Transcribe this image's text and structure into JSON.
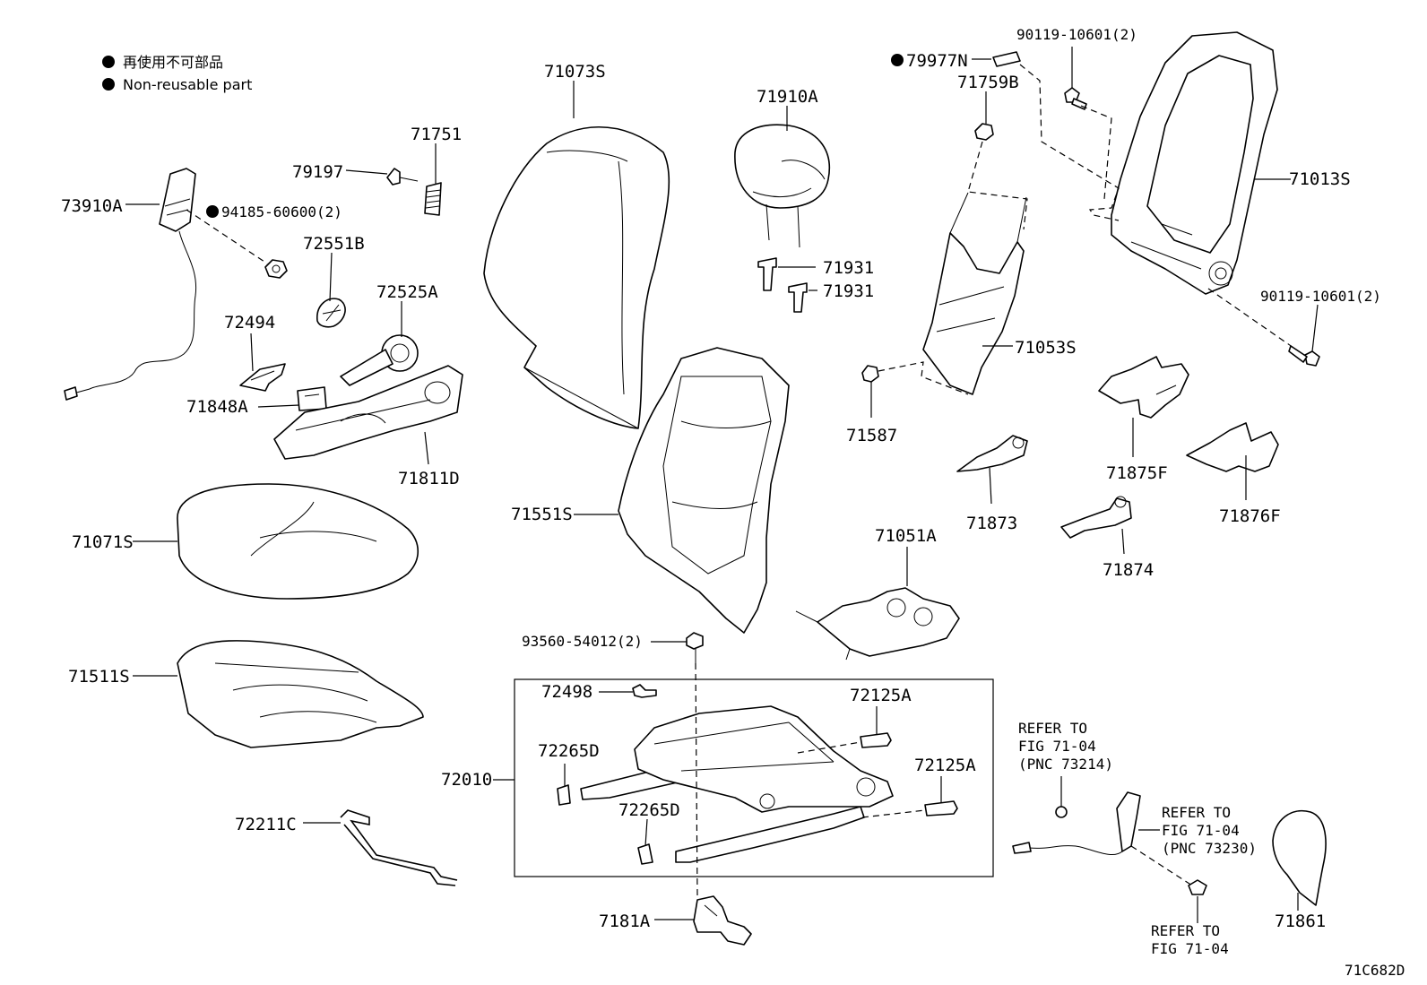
{
  "legend": {
    "ja": "再使用不可部品",
    "en": "Non-reusable part"
  },
  "figure_code": "71C682D",
  "parts": {
    "p73910A": "73910A",
    "p94185": "94185-60600(2)",
    "p79197": "79197",
    "p71751": "71751",
    "p72551B": "72551B",
    "p72525A": "72525A",
    "p72494": "72494",
    "p71848A": "71848A",
    "p71811D": "71811D",
    "p71073S": "71073S",
    "p71910A": "71910A",
    "p71931a": "71931",
    "p71931b": "71931",
    "p79977N": "79977N",
    "p90119a": "90119-10601(2)",
    "p71759B": "71759B",
    "p71013S": "71013S",
    "p90119b": "90119-10601(2)",
    "p71053S": "71053S",
    "p71587": "71587",
    "p71875F": "71875F",
    "p71873": "71873",
    "p71876F": "71876F",
    "p71874": "71874",
    "p71051A": "71051A",
    "p71071S": "71071S",
    "p71551S": "71551S",
    "p71511S": "71511S",
    "p93560": "93560-54012(2)",
    "p72498": "72498",
    "p72125A1": "72125A",
    "p72265D1": "72265D",
    "p72010": "72010",
    "p72125A2": "72125A",
    "p72265D2": "72265D",
    "p72211C": "72211C",
    "p7181A": "7181A",
    "p71861": "71861"
  },
  "references": {
    "ref1": [
      "REFER TO",
      "FIG 71-04",
      "(PNC 73214)"
    ],
    "ref2": [
      "REFER TO",
      "FIG 71-04",
      "(PNC 73230)"
    ],
    "ref3": [
      "REFER TO",
      "FIG 71-04"
    ]
  }
}
